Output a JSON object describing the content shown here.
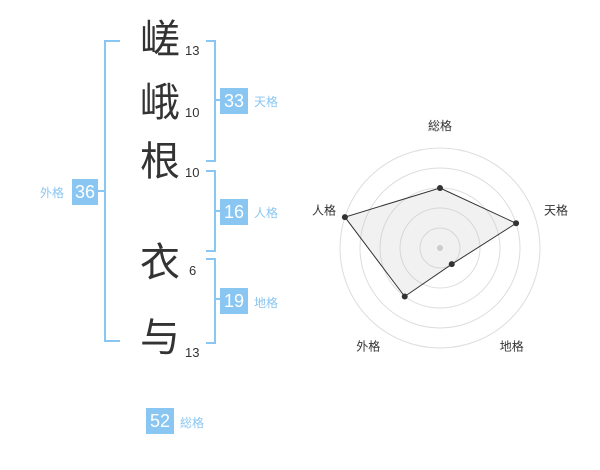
{
  "name_characters": [
    {
      "char": "嵯",
      "strokes": "13"
    },
    {
      "char": "峨",
      "strokes": "10"
    },
    {
      "char": "根",
      "strokes": "10"
    },
    {
      "char": "衣",
      "strokes": "6"
    },
    {
      "char": "与",
      "strokes": "13"
    }
  ],
  "fortunes": {
    "tenkaku": {
      "value": "33",
      "label": "天格"
    },
    "jinkaku": {
      "value": "16",
      "label": "人格"
    },
    "chikaku": {
      "value": "19",
      "label": "地格"
    },
    "gaikaku": {
      "value": "36",
      "label": "外格"
    },
    "soukaku": {
      "value": "52",
      "label": "総格"
    }
  },
  "colors": {
    "accent": "#8ac6f2",
    "text": "#333333"
  },
  "chart_data": {
    "type": "radar",
    "axes": [
      "総格",
      "天格",
      "地格",
      "外格",
      "人格"
    ],
    "values": [
      3,
      4,
      1,
      3,
      5
    ],
    "max": 5,
    "rings": 5
  }
}
